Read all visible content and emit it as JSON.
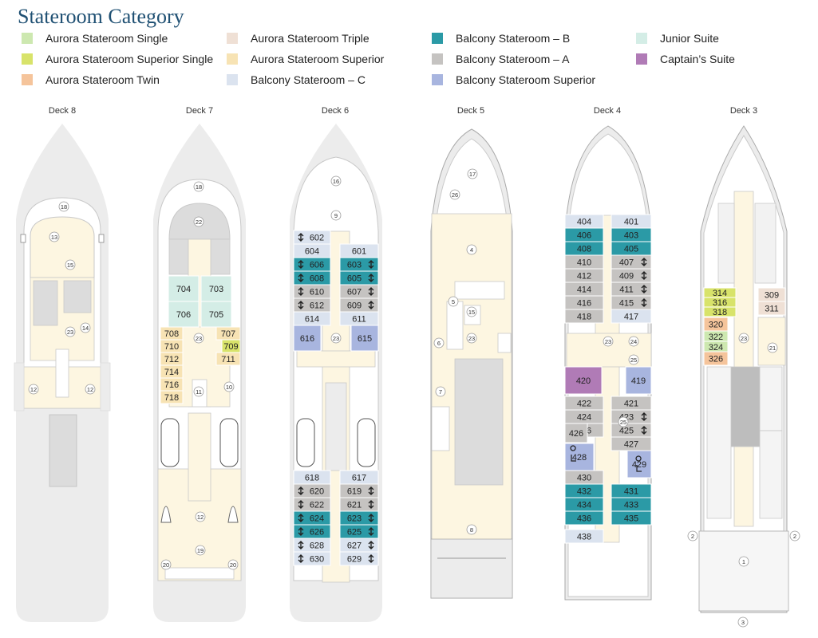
{
  "title": "Stateroom Category",
  "colors": {
    "hull_outer": "#ececec",
    "hull_inner": "#ffffff",
    "deck_floor": "#fdf6e1",
    "service": "#dcdcdc",
    "stroke": "#c9c9c9",
    "text": "#222222"
  },
  "legend": [
    {
      "label": "Aurora Stateroom Single",
      "color": "#cde8b0"
    },
    {
      "label": "Aurora Stateroom Superior Single",
      "color": "#d8e36a"
    },
    {
      "label": "Aurora Stateroom Twin",
      "color": "#f5c49b"
    },
    {
      "label": "Aurora Stateroom Triple",
      "color": "#efe0d5"
    },
    {
      "label": "Aurora Stateroom Superior",
      "color": "#f7e3b4"
    },
    {
      "label": "Balcony Stateroom – C",
      "color": "#dbe3ef"
    },
    {
      "label": "Balcony Stateroom – B",
      "color": "#2b9aa6"
    },
    {
      "label": "Balcony Stateroom – A",
      "color": "#c5c3c1"
    },
    {
      "label": "Balcony Stateroom Superior",
      "color": "#a8b5df"
    },
    {
      "label": "Junior Suite",
      "color": "#d4ede6"
    },
    {
      "label": "Captain’s Suite",
      "color": "#b07bb6"
    }
  ],
  "decks": [
    {
      "name": "Deck 8",
      "cabins": [],
      "markers": [
        "18",
        "13",
        "15",
        "23",
        "14",
        "12",
        "12"
      ]
    },
    {
      "name": "Deck 7",
      "cabins": [
        "704",
        "703",
        "706",
        "705",
        "708",
        "710",
        "712",
        "714",
        "716",
        "718",
        "707",
        "709",
        "711"
      ],
      "markers": [
        "18",
        "22",
        "23",
        "11",
        "10",
        "12",
        "19",
        "20",
        "20"
      ]
    },
    {
      "name": "Deck 6",
      "cabins": [
        "602",
        "604",
        "606",
        "608",
        "610",
        "612",
        "614",
        "616",
        "601",
        "603",
        "605",
        "607",
        "609",
        "611",
        "615",
        "618",
        "620",
        "622",
        "624",
        "626",
        "628",
        "630",
        "617",
        "619",
        "621",
        "623",
        "625",
        "627",
        "629"
      ],
      "markers": [
        "16",
        "9",
        "23"
      ]
    },
    {
      "name": "Deck 5",
      "cabins": [],
      "markers": [
        "17",
        "26",
        "4",
        "5",
        "15",
        "23",
        "6",
        "7",
        "8"
      ]
    },
    {
      "name": "Deck 4",
      "cabins": [
        "404",
        "406",
        "408",
        "410",
        "412",
        "414",
        "416",
        "418",
        "401",
        "403",
        "405",
        "407",
        "409",
        "411",
        "415",
        "417",
        "420",
        "419",
        "422",
        "424",
        "426",
        "428",
        "430",
        "432",
        "434",
        "436",
        "438",
        "421",
        "423",
        "425",
        "427",
        "429",
        "431",
        "433",
        "435"
      ],
      "markers": [
        "23",
        "24",
        "25",
        "25"
      ]
    },
    {
      "name": "Deck 3",
      "cabins": [
        "314",
        "316",
        "318",
        "309",
        "311",
        "320",
        "322",
        "324",
        "326"
      ],
      "markers": [
        "23",
        "21",
        "2",
        "2",
        "1",
        "3"
      ]
    }
  ]
}
